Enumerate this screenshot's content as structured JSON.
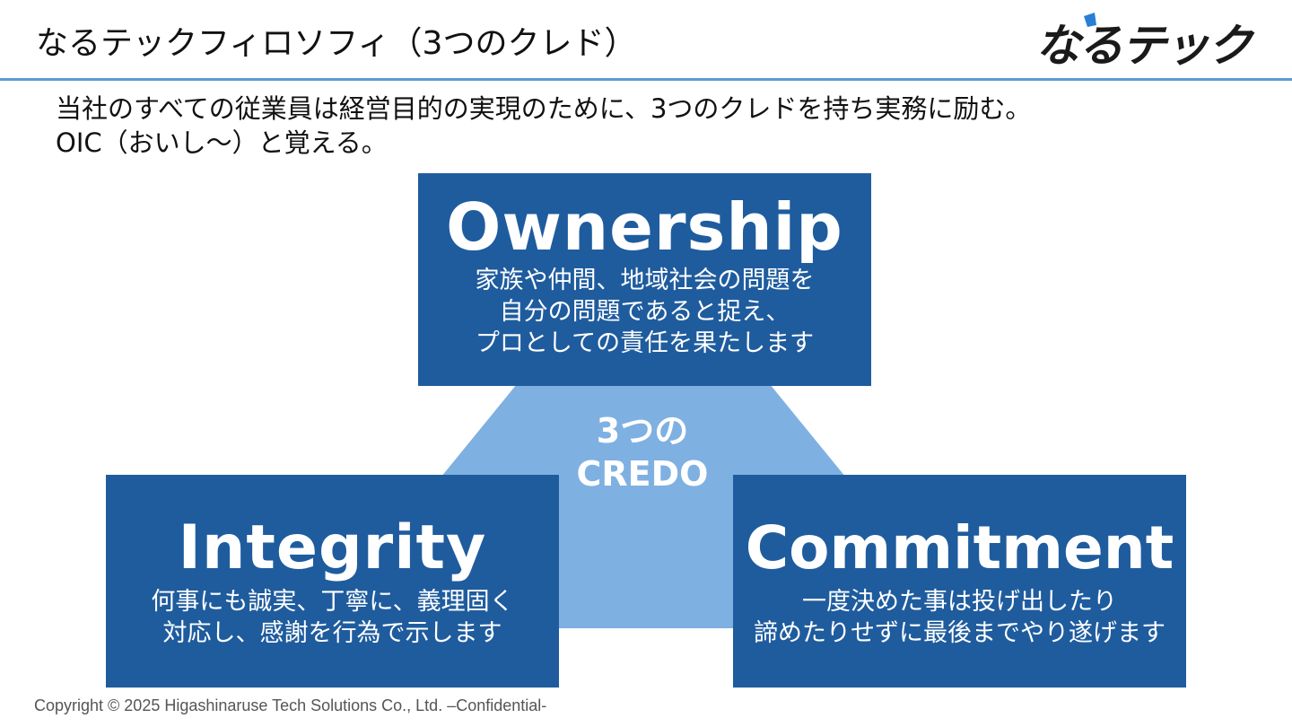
{
  "header": {
    "title": "なるテックフィロソフィ（3つのクレド）",
    "logo_text": "なるテック"
  },
  "intro": {
    "line1": "当社のすべての従業員は経営目的の実現のために、3つのクレドを持ち実務に励む。",
    "line2": "OIC（おいし～）と覚える。"
  },
  "center": {
    "line1": "3つの",
    "line2": "CREDO"
  },
  "credos": {
    "ownership": {
      "title": "Ownership",
      "lines": [
        "家族や仲間、地域社会の問題を",
        "自分の問題であると捉え、",
        "プロとしての責任を果たします"
      ]
    },
    "integrity": {
      "title": "Integrity",
      "lines": [
        "何事にも誠実、丁寧に、義理固く",
        "対応し、感謝を行為で示します"
      ]
    },
    "commitment": {
      "title": "Commitment",
      "lines": [
        "一度決めた事は投げ出したり",
        "諦めたりせずに最後までやり遂げます"
      ]
    }
  },
  "footer": {
    "copyright": "Copyright © 2025 Higashinaruse Tech Solutions Co., Ltd. –Confidential-"
  },
  "colors": {
    "card_blue": "#1f5c9e",
    "trapezoid_light_blue": "#7fb0e2",
    "rule_blue": "#5b9bd5",
    "logo_accent": "#2a7fd4"
  }
}
